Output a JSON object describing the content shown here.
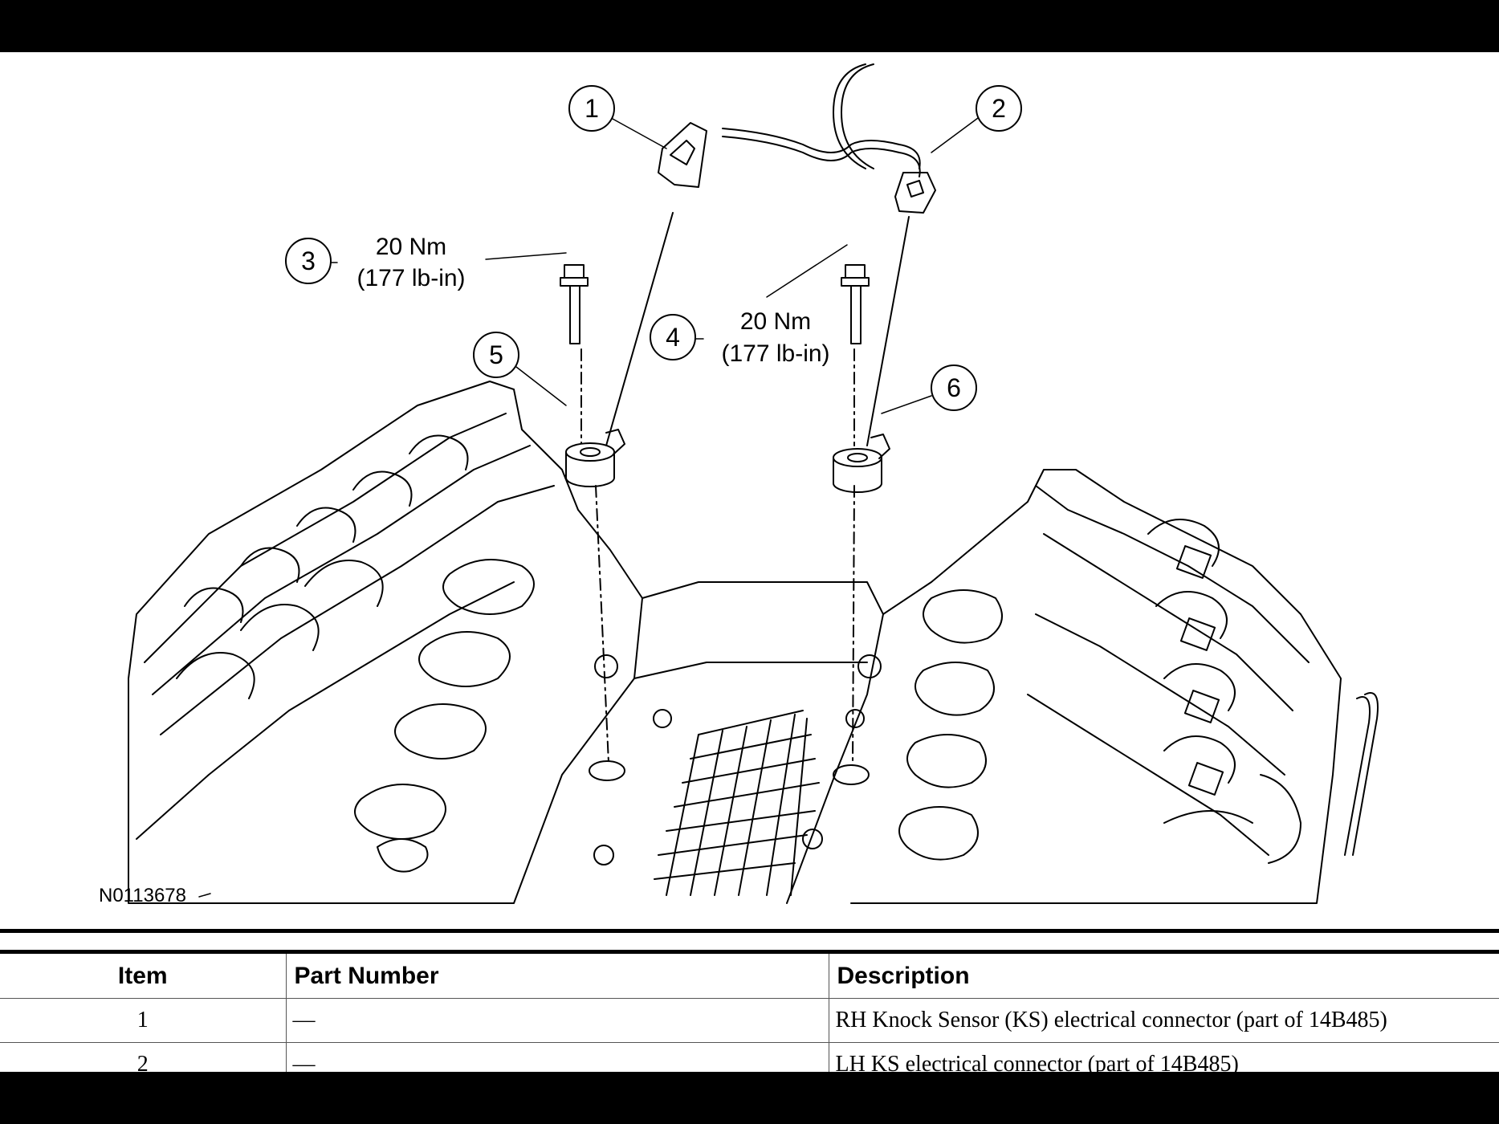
{
  "figure_id": "N0113678",
  "callouts": [
    {
      "num": "1",
      "torque_line1": "",
      "torque_line2": ""
    },
    {
      "num": "2",
      "torque_line1": "",
      "torque_line2": ""
    },
    {
      "num": "3",
      "torque_line1": "20 Nm",
      "torque_line2": "(177 lb-in)"
    },
    {
      "num": "4",
      "torque_line1": "20 Nm",
      "torque_line2": "(177 lb-in)"
    },
    {
      "num": "5",
      "torque_line1": "",
      "torque_line2": ""
    },
    {
      "num": "6",
      "torque_line1": "",
      "torque_line2": ""
    }
  ],
  "table": {
    "headers": [
      "Item",
      "Part Number",
      "Description"
    ],
    "rows": [
      {
        "item": "1",
        "part_number": "—",
        "description": "RH Knock Sensor (KS) electrical connector (part of 14B485)"
      },
      {
        "item": "2",
        "part_number": "—",
        "description": "LH KS electrical connector (part of 14B485)"
      }
    ]
  }
}
